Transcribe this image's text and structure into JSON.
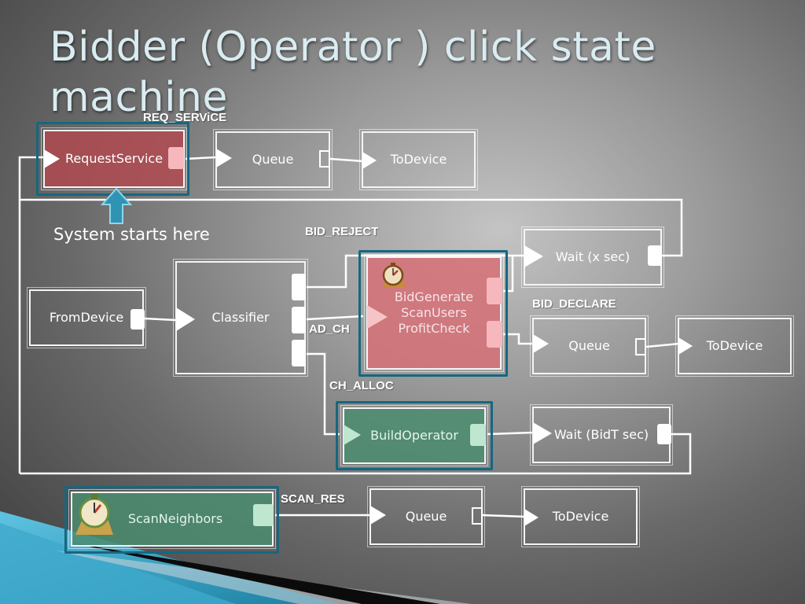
{
  "slide": {
    "title": "Bidder (Operator ) click state machine",
    "note": "System starts here"
  },
  "nodes": {
    "request_service": "RequestService",
    "queue_1": "Queue",
    "to_device_1": "ToDevice",
    "wait_x": "Wait (x sec)",
    "from_device": "FromDevice",
    "classifier": "Classifier",
    "bid_generate": [
      "BidGenerate",
      "ScanUsers",
      "ProfitCheck"
    ],
    "queue_2": "Queue",
    "to_device_2": "ToDevice",
    "build_operator": "BuildOperator",
    "wait_bidt": "Wait (BidT sec)",
    "scan_neighbors": "ScanNeighbors",
    "queue_3": "Queue",
    "to_device_3": "ToDevice"
  },
  "edge_labels": {
    "req_service": "REQ_SERViCE",
    "bid_reject": "BID_REJECT",
    "bid_declare": "BID_DECLARE",
    "ad_ch": "AD_CH",
    "ch_alloc": "CH_ALLOC",
    "scan_res": "SCAN_RES"
  },
  "icons": [
    "stopwatch-icon",
    "stopwatch-icon",
    "up-arrow-icon"
  ],
  "colors": {
    "title": "#d9ecf1",
    "highlight_frame": "#16677f",
    "red_node": "#b2484e",
    "pink_node": "#d67076",
    "green_node": "#4a8c70",
    "wire": "#ffffff"
  }
}
